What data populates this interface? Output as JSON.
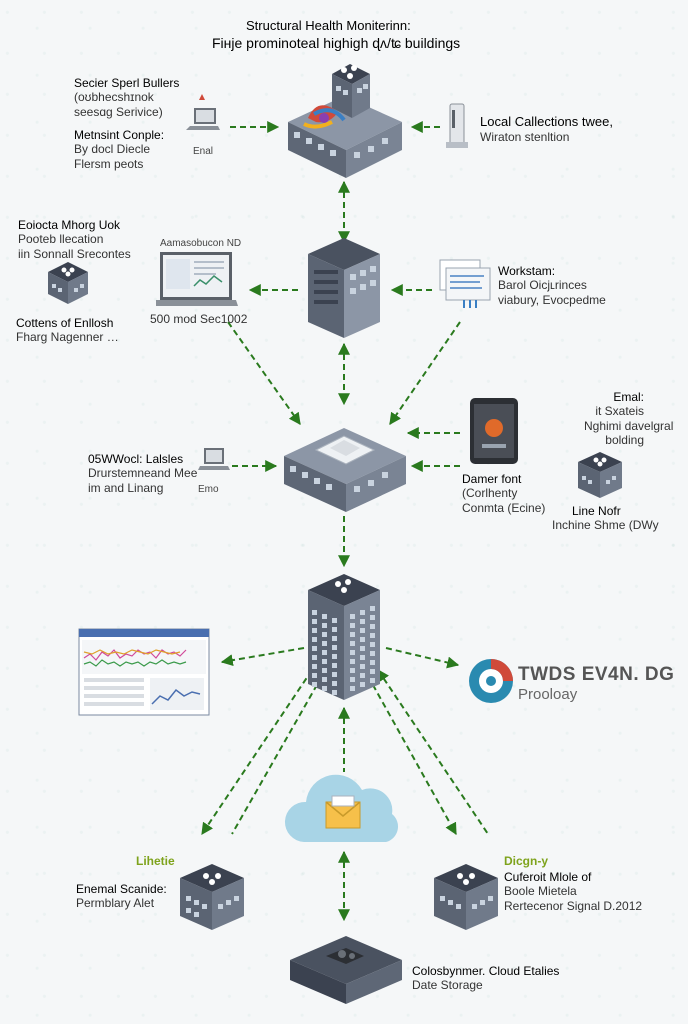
{
  "title": {
    "line1": "Structural Health Moniterinn:",
    "line2": "Fiнje prominoteal highigh ɖʌ/ʨ buildings"
  },
  "labels": {
    "top_left_a": [
      "Secier Sperl Bullers",
      "(oʊbhecshɪnok",
      "seesɑg Serivice)"
    ],
    "top_left_b": [
      "Metnsint Conple:",
      "By docl Diecle",
      "Flersm peots"
    ],
    "top_left_small": "Enal",
    "local_collections": [
      "Local Callections twee,",
      "Wiraton stenltion"
    ],
    "mid_left_block": [
      "Eoiocta Mhorg Uok",
      "Pooteb llecation",
      "iin Sonnall Srecontes"
    ],
    "monitor_title": "Aamasobucon ND",
    "monitor_caption": "500 mod Sec1002",
    "cottens": [
      "Cottens of Enllosh",
      "Fharg Nagenner …"
    ],
    "workstation": [
      "Workstam:",
      "Barol Oicjʟrinces",
      "viabury, Evocpedme"
    ],
    "email_right": [
      "Emal:",
      "it Sxateis",
      "Nghimi davelgral",
      "bolding"
    ],
    "left_mid": [
      "05WWocl: Lalsles",
      "Drurstemneand Mee",
      "im and Linang"
    ],
    "left_mid_small": "Emo",
    "damper": [
      "Damer font",
      "(Corlhenty",
      "Conmta (Ecine)"
    ],
    "line_node": [
      "Line Nofr",
      "Inchine Shme (DWy"
    ],
    "brand_name": "TWDS EV4N. DG",
    "brand_sub": "Prooloay",
    "bottom_left_tag": "Lihetie",
    "bottom_left": [
      "Enemal Scanide:",
      "Permblary Alet"
    ],
    "bottom_right_tag": "Dicgn-y",
    "bottom_right": [
      "Cuferoit Mlole of",
      "Boole Mietela",
      "Rertecenor Signal D.2012"
    ],
    "storage": [
      "Colosbynmer. Cloud Etalies",
      "Date Storage"
    ]
  },
  "colors": {
    "arrow": "#2a7a1e",
    "building_dark": "#4a5260",
    "building_mid": "#6b7484",
    "window": "#c9d3df",
    "cloud": "#a8d4e6",
    "brand_blue": "#2a8ab0",
    "label_green": "#7ea31c"
  },
  "icons": [
    "building-icon",
    "server-icon",
    "laptop-icon",
    "monitor-icon",
    "router-icon",
    "document-icon",
    "tablet-icon",
    "cloud-icon",
    "envelope-icon",
    "brand-logo-icon",
    "chip-icon",
    "storage-device-icon"
  ]
}
